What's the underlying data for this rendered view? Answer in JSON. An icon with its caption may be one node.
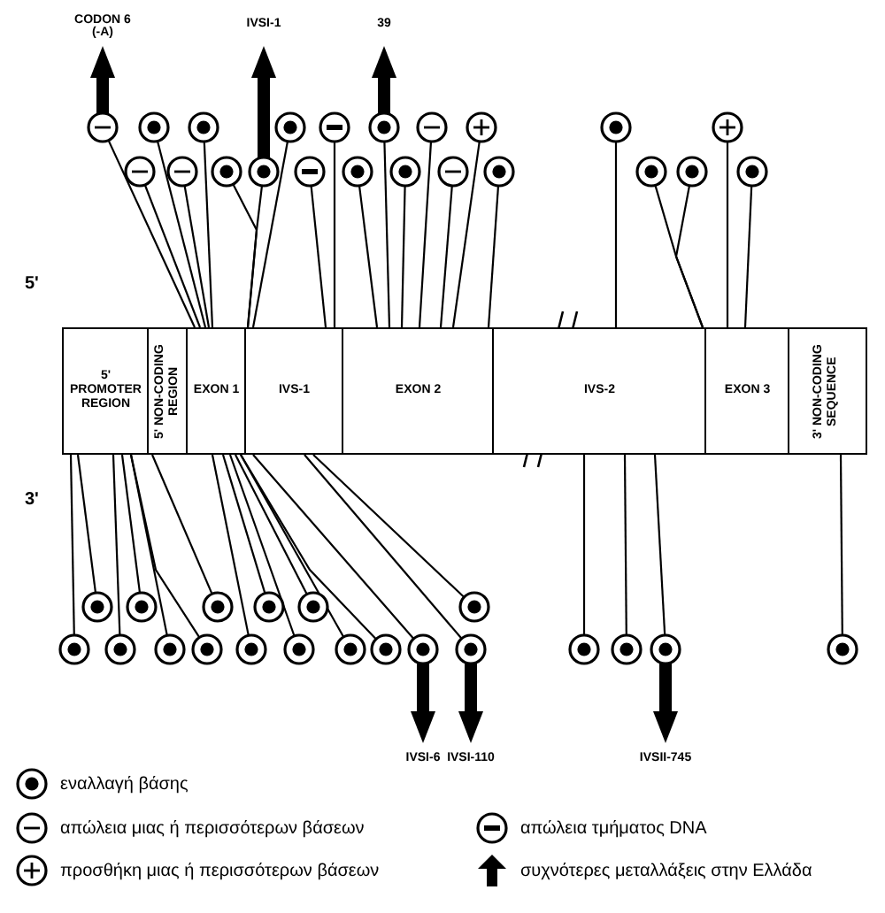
{
  "diagram": {
    "nodes": [
      {
        "text": [
          "CODON 6 (-A)"
        ]
      },
      {
        "text": [
          "IVSI-1"
        ]
      },
      {
        "text": [
          "39"
        ]
      },
      {
        "text": [],
        "shape": "circle"
      },
      {
        "text": [],
        "shape": "circle"
      },
      {
        "text": [],
        "shape": "circle"
      },
      {
        "text": [],
        "shape": "circle"
      },
      {
        "text": [],
        "shape": "circle"
      },
      {
        "text": [],
        "shape": "circle"
      },
      {
        "text": [],
        "shape": "circle"
      },
      {
        "text": [],
        "shape": "circle"
      },
      {
        "text": [],
        "shape": "circle"
      },
      {
        "text": [],
        "shape": "circle"
      },
      {
        "text": [],
        "shape": "circle"
      },
      {
        "text": [],
        "shape": "circle"
      },
      {
        "text": [],
        "shape": "circle"
      },
      {
        "text": [],
        "shape": "circle"
      },
      {
        "text": [],
        "shape": "circle"
      },
      {
        "text": [],
        "shape": "circle"
      },
      {
        "text": [],
        "shape": "circle"
      },
      {
        "text": [],
        "shape": "circle"
      },
      {
        "text": [],
        "shape": "circle"
      },
      {
        "text": [],
        "shape": "circle"
      },
      {
        "text": [],
        "shape": "circle"
      },
      {
        "text": [],
        "shape": "circle"
      },
      {
        "text": [
          "5' PROMOTER REGION"
        ]
      },
      {
        "text": [
          "5' NON-CODING REGION"
        ]
      },
      {
        "text": [
          "EXON 1"
        ]
      },
      {
        "text": [
          "IVS-1"
        ]
      },
      {
        "text": [
          "EXON 2"
        ]
      },
      {
        "text": [
          "IVS-2"
        ]
      },
      {
        "text": [
          "EXON 3"
        ]
      },
      {
        "text": [
          "3' NON-CODING SEQUENCE"
        ]
      },
      {
        "text": [],
        "shape": "circle"
      },
      {
        "text": [],
        "shape": "circle"
      },
      {
        "text": [],
        "shape": "circle"
      },
      {
        "text": [],
        "shape": "circle"
      },
      {
        "text": [],
        "shape": "circle"
      },
      {
        "text": [],
        "shape": "circle"
      },
      {
        "text": [],
        "shape": "circle"
      },
      {
        "text": [],
        "shape": "circle"
      },
      {
        "text": [],
        "shape": "circle"
      },
      {
        "text": [],
        "shape": "circle"
      },
      {
        "text": [],
        "shape": "circle"
      },
      {
        "text": [],
        "shape": "circle"
      },
      {
        "text": [],
        "shape": "circle"
      },
      {
        "text": [],
        "shape": "circle"
      },
      {
        "text": [],
        "shape": "circle"
      },
      {
        "text": [],
        "shape": "circle"
      },
      {
        "text": [],
        "shape": "circle"
      },
      {
        "text": [],
        "shape": "circle"
      },
      {
        "text": [],
        "shape": "circle"
      },
      {
        "text": [],
        "shape": "circle"
      },
      {
        "text": [
          "IVSI-6"
        ]
      },
      {
        "text": [
          "IVSI-110"
        ]
      },
      {
        "text": [
          "IVSII-745"
        ]
      }
    ],
    "edges": [
      {
        "from": 3,
        "to": 0,
        "arrow": "to",
        "style": "thick"
      },
      {
        "from": 16,
        "to": 1,
        "arrow": "to",
        "style": "thick"
      },
      {
        "from": 8,
        "to": 2,
        "arrow": "to",
        "style": "thick"
      },
      {
        "from": 3,
        "to": 27,
        "arrow": "none"
      },
      {
        "from": 13,
        "to": 27,
        "arrow": "none"
      },
      {
        "from": 4,
        "to": 27,
        "arrow": "none"
      },
      {
        "from": 14,
        "to": 27,
        "arrow": "none"
      },
      {
        "from": 5,
        "to": 27,
        "arrow": "none"
      },
      {
        "from": 15,
        "to": 28,
        "arrow": "none"
      },
      {
        "from": 16,
        "to": 28,
        "arrow": "none"
      },
      {
        "from": 6,
        "to": 28,
        "arrow": "none"
      },
      {
        "from": 17,
        "to": 28,
        "arrow": "none"
      },
      {
        "from": 7,
        "to": 28,
        "arrow": "none"
      },
      {
        "from": 18,
        "to": 29,
        "arrow": "none"
      },
      {
        "from": 8,
        "to": 29,
        "arrow": "none"
      },
      {
        "from": 19,
        "to": 29,
        "arrow": "none"
      },
      {
        "from": 9,
        "to": 29,
        "arrow": "none"
      },
      {
        "from": 20,
        "to": 29,
        "arrow": "none"
      },
      {
        "from": 10,
        "to": 29,
        "arrow": "none"
      },
      {
        "from": 21,
        "to": 29,
        "arrow": "none"
      },
      {
        "from": 11,
        "to": 30,
        "arrow": "none"
      },
      {
        "from": 22,
        "to": 31,
        "arrow": "none"
      },
      {
        "from": 23,
        "to": 31,
        "arrow": "none"
      },
      {
        "from": 12,
        "to": 31,
        "arrow": "none"
      },
      {
        "from": 24,
        "to": 31,
        "arrow": "none"
      },
      {
        "from": 39,
        "to": 25,
        "arrow": "none"
      },
      {
        "from": 33,
        "to": 25,
        "arrow": "none"
      },
      {
        "from": 40,
        "to": 25,
        "arrow": "none"
      },
      {
        "from": 34,
        "to": 25,
        "arrow": "none"
      },
      {
        "from": 41,
        "to": 25,
        "arrow": "none"
      },
      {
        "from": 42,
        "to": 25,
        "arrow": "none"
      },
      {
        "from": 35,
        "to": 26,
        "arrow": "none"
      },
      {
        "from": 43,
        "to": 27,
        "arrow": "none"
      },
      {
        "from": 36,
        "to": 27,
        "arrow": "none"
      },
      {
        "from": 44,
        "to": 27,
        "arrow": "none"
      },
      {
        "from": 37,
        "to": 27,
        "arrow": "none"
      },
      {
        "from": 45,
        "to": 27,
        "arrow": "none"
      },
      {
        "from": 46,
        "to": 27,
        "arrow": "none"
      },
      {
        "from": 47,
        "to": 28,
        "arrow": "none"
      },
      {
        "from": 48,
        "to": 28,
        "arrow": "none"
      },
      {
        "from": 38,
        "to": 28,
        "arrow": "none"
      },
      {
        "from": 49,
        "to": 30,
        "arrow": "none"
      },
      {
        "from": 50,
        "to": 30,
        "arrow": "none"
      },
      {
        "from": 51,
        "to": 30,
        "arrow": "none"
      },
      {
        "from": 52,
        "to": 32,
        "arrow": "none"
      },
      {
        "from": 47,
        "to": 53,
        "arrow": "to",
        "style": "thick"
      },
      {
        "from": 48,
        "to": 54,
        "arrow": "to",
        "style": "thick"
      },
      {
        "from": 51,
        "to": 55,
        "arrow": "to",
        "style": "thick"
      }
    ],
    "labels": [
      "5'",
      "3'"
    ],
    "legend": [
      {
        "text": "εναλλαγή βάσης"
      },
      {
        "text": "απώλεια μιας ή περισσότερων βάσεων"
      },
      {
        "text": "προσθήκη μιας ή περισσότερων βάσεων"
      },
      {
        "text": "απώλεια τμήματος DNA"
      },
      {
        "text": "συχνότερες μεταλλάξεις στην Ελλάδα"
      }
    ]
  }
}
